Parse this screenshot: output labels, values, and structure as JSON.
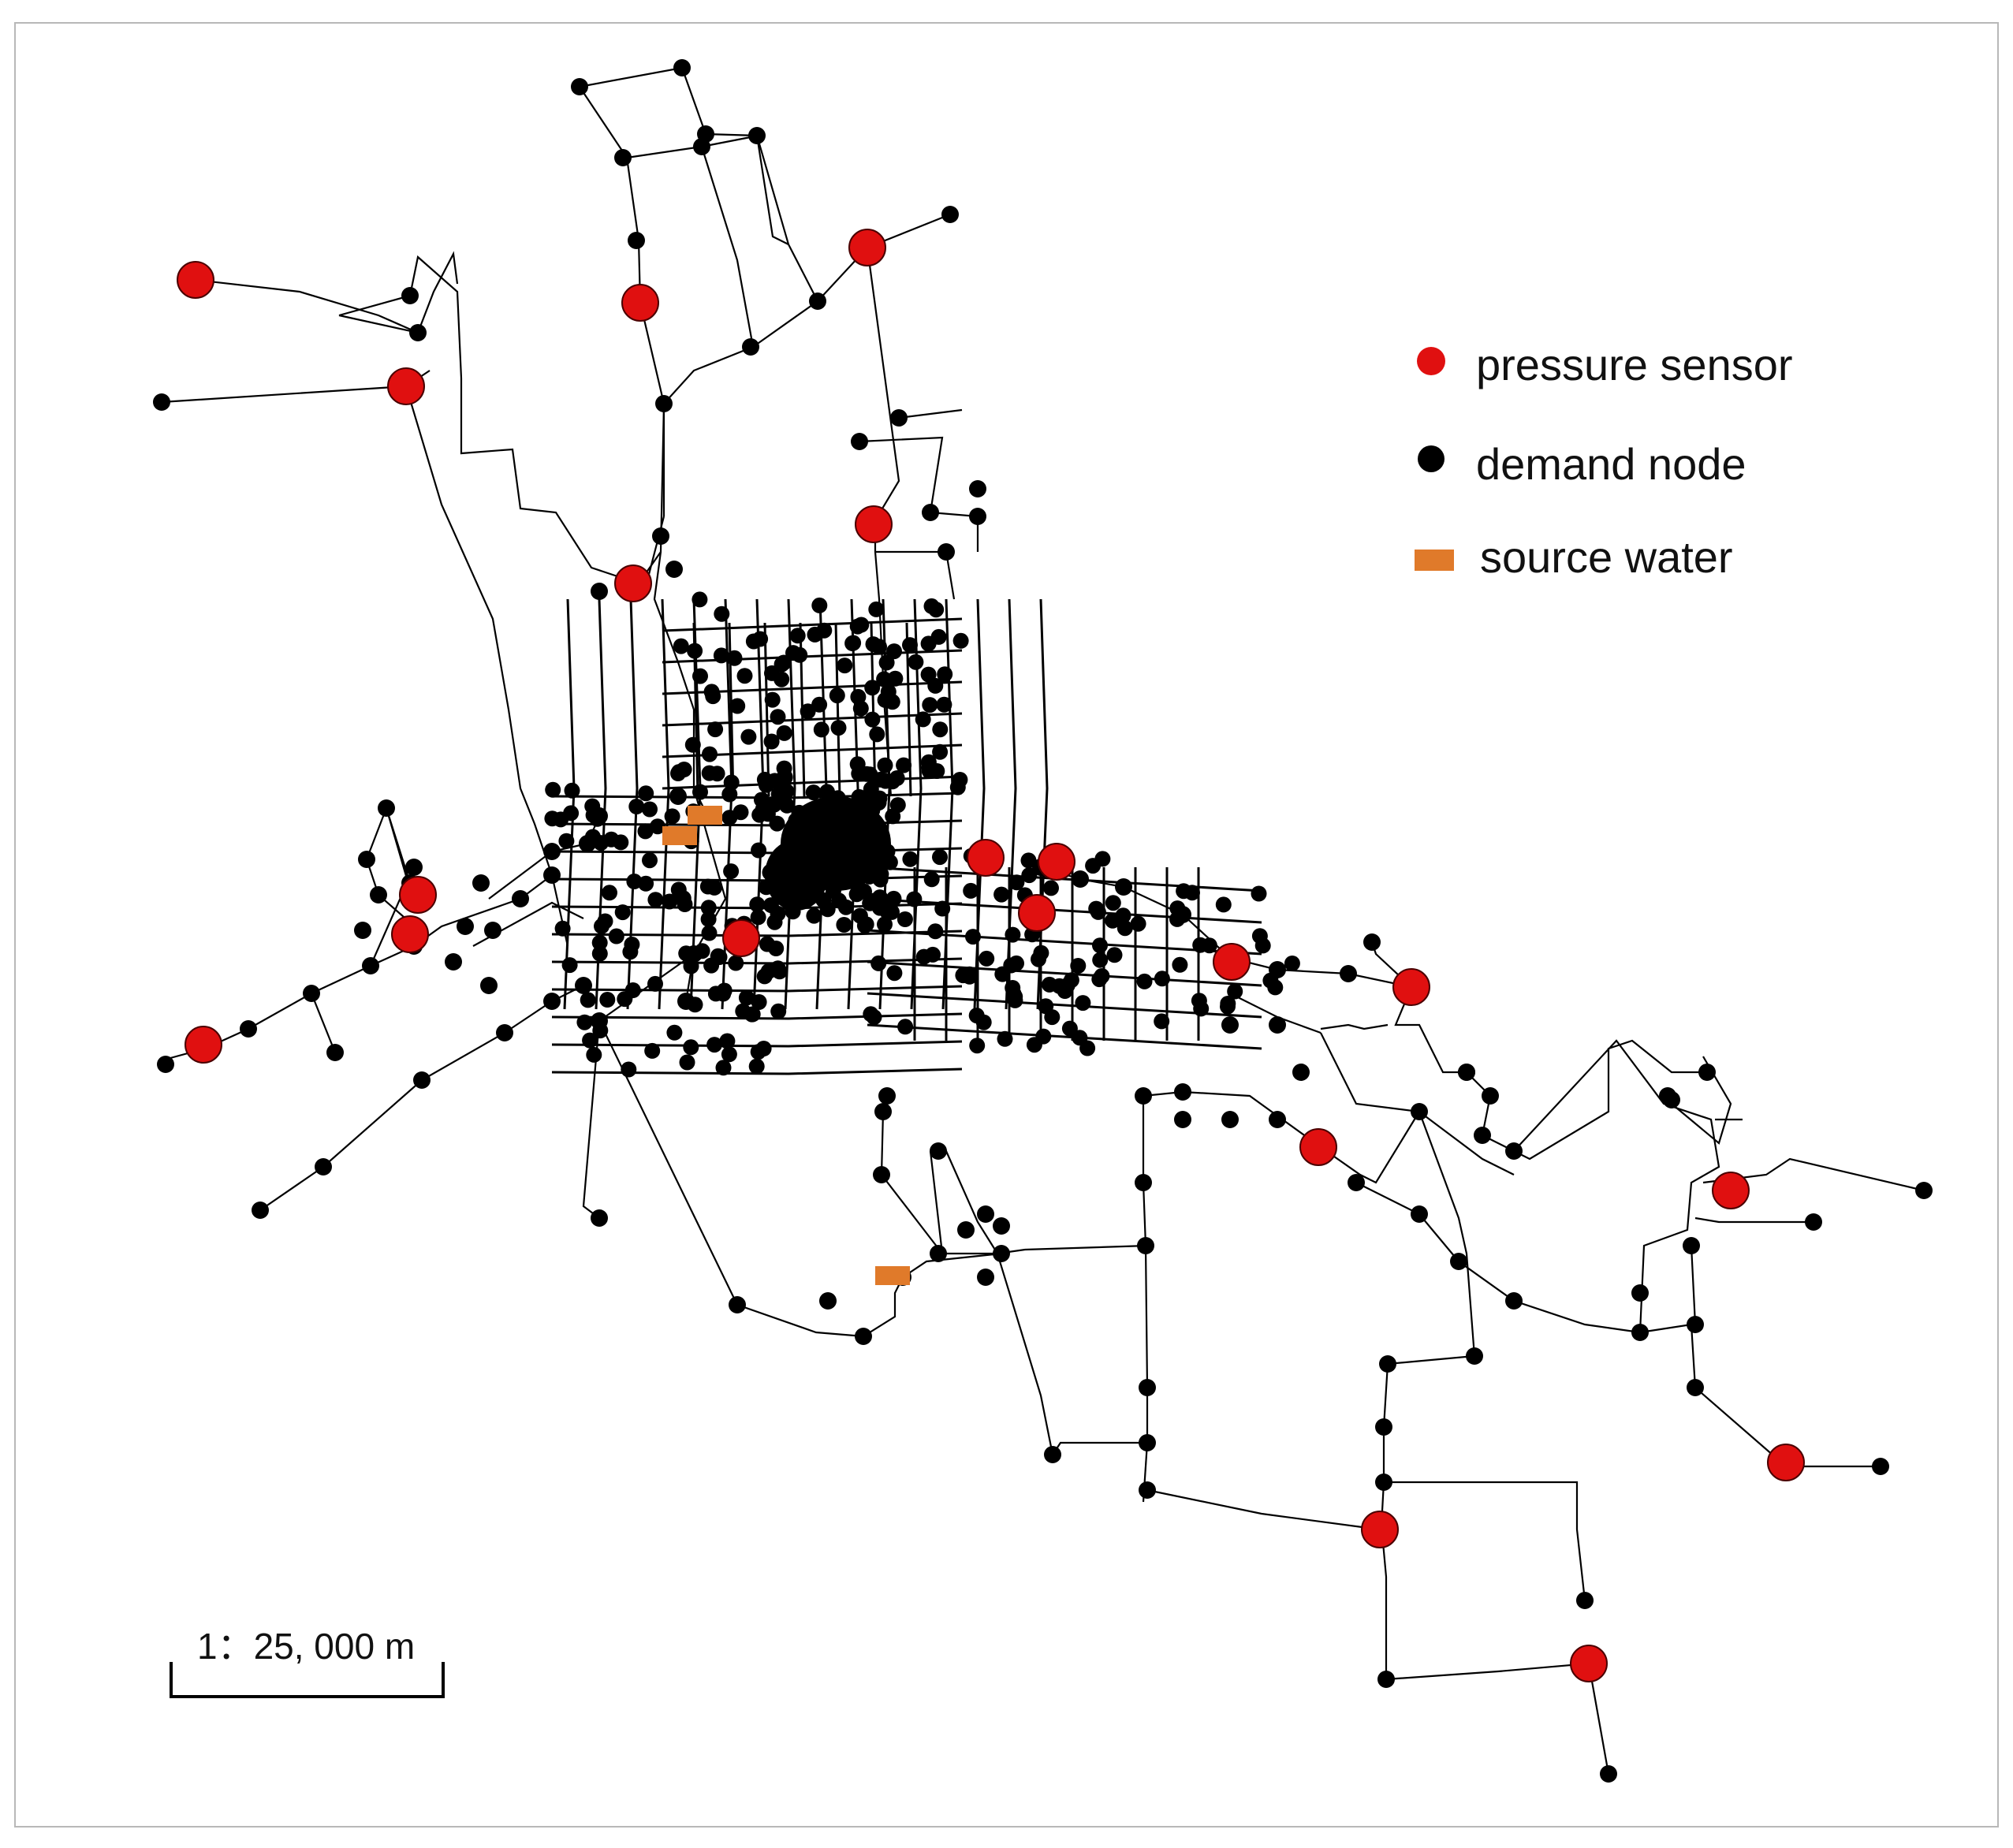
{
  "legend": {
    "items": [
      {
        "label": "pressure sensor",
        "symbol": "red-circle",
        "color": "#e01010"
      },
      {
        "label": "demand node",
        "symbol": "black-circle",
        "color": "#000000"
      },
      {
        "label": "source water",
        "symbol": "orange-rectangle",
        "color": "#e07a2a"
      }
    ]
  },
  "scale_bar": {
    "label": "1：25, 000 m"
  },
  "colors": {
    "sensor": "#e01010",
    "sensor_outline": "#4a0000",
    "node": "#000000",
    "source": "#e07a2a",
    "pipe": "#000000"
  }
}
